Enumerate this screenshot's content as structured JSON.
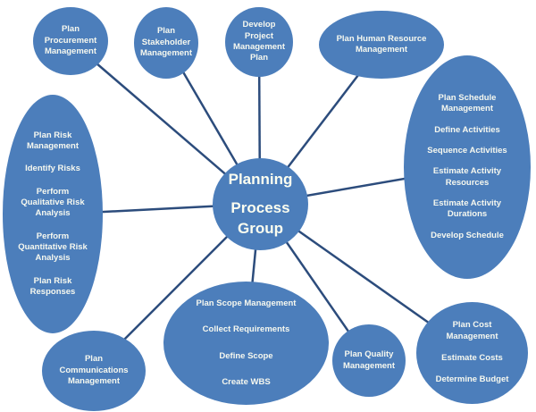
{
  "diagram": {
    "type": "hub-and-spoke process diagram",
    "center_label": "Planning Process Group"
  },
  "colors": {
    "background": "#ffffff",
    "node_fill": "#4c7ebb",
    "node_text": "#f6f8ef",
    "center_text": "#fcfef0",
    "connector": "#2c4c7c"
  },
  "nodes": {
    "center": {
      "items": [
        "Planning",
        "Process\nGroup"
      ]
    },
    "procurement": {
      "items": [
        "Plan\nProcurement\nManagement"
      ]
    },
    "stakeholder": {
      "items": [
        "Plan\nStakeholder\nManagement"
      ]
    },
    "develop_project": {
      "items": [
        "Develop\nProject\nManagement\nPlan"
      ]
    },
    "human_resource": {
      "items": [
        "Plan Human Resource\nManagement"
      ]
    },
    "schedule": {
      "items": [
        "Plan Schedule\nManagement",
        "Define Activities",
        "Sequence Activities",
        "Estimate Activity\nResources",
        "Estimate Activity\nDurations",
        "Develop Schedule"
      ]
    },
    "risk": {
      "items": [
        "Plan Risk\nManagement",
        "Identify Risks",
        "Perform\nQualitative Risk\nAnalysis",
        "Perform\nQuantitative Risk\nAnalysis",
        "Plan Risk\nResponses"
      ]
    },
    "communications": {
      "items": [
        "Plan\nCommunications\nManagement"
      ]
    },
    "scope": {
      "items": [
        "Plan Scope Management",
        "Collect Requirements",
        "Define Scope",
        "Create WBS"
      ]
    },
    "quality": {
      "items": [
        "Plan Quality\nManagement"
      ]
    },
    "cost": {
      "items": [
        "Plan Cost\nManagement",
        "Estimate Costs",
        "Determine Budget"
      ]
    }
  }
}
